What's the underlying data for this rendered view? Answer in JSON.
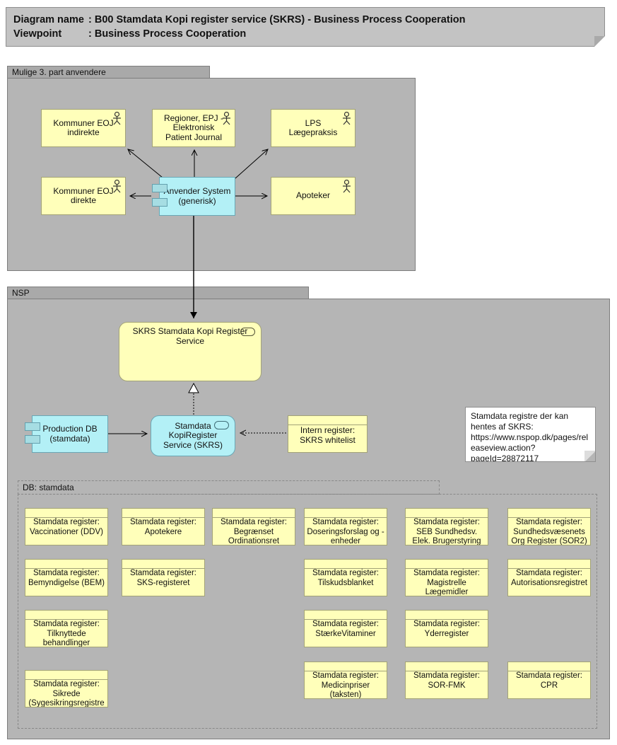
{
  "title": {
    "rows": [
      {
        "label": "Diagram name",
        "value": ": B00 Stamdata Kopi register service (SKRS) - Business Process Cooperation"
      },
      {
        "label": "Viewpoint",
        "value": ": Business Process Cooperation"
      }
    ]
  },
  "groups": {
    "third_party": "Mulige 3. part anvendere",
    "nsp": "NSP",
    "db": "DB: stamdata"
  },
  "nodes": {
    "kommuner_indirekte": "Kommuner EOJ indirekte",
    "regioner": "Regioner, EPJ - Elektronisk Patient Journal",
    "lps": "LPS Lægepraksis",
    "kommuner_direkte": "Kommuner EOJ direkte",
    "anvender": "Anvender System (generisk)",
    "apoteker": "Apoteker",
    "skrs": "SKRS Stamdata Kopi Register Service",
    "production_db": "Production DB (stamdata)",
    "kopiregister": "Stamdata KopiRegister Service (SKRS)",
    "intern_register": "Intern register: SKRS whitelist"
  },
  "note": "Stamdata registre der kan hentes af SKRS: https://www.nspop.dk/pages/releaseview.action?pageId=28872117",
  "registers": [
    {
      "label": "Stamdata register: Vaccinationer (DDV)"
    },
    {
      "label": "Stamdata register: Apotekere"
    },
    {
      "label": "Stamdata register: Begrænset Ordinationsret"
    },
    {
      "label": "Stamdata register: Doseringsforslag og -enheder"
    },
    {
      "label": "Stamdata register: SEB Sundhedsv. Elek. Brugerstyring"
    },
    {
      "label": "Stamdata register: Sundhedsvæsenets Org Register (SOR2)"
    },
    {
      "label": "Stamdata register: Bemyndigelse (BEM)"
    },
    {
      "label": "Stamdata register: SKS-registeret"
    },
    {
      "label": "Stamdata register: Tilskudsblanket"
    },
    {
      "label": "Stamdata register: Magistrelle Lægemidler"
    },
    {
      "label": "Stamdata register: Autorisationsregistret"
    },
    {
      "label": "Stamdata register: Tilknyttede behandlinger"
    },
    {
      "label": "Stamdata register: StærkeVitaminer"
    },
    {
      "label": "Stamdata register: Yderregister"
    },
    {
      "label": "Stamdata register: Sikrede (Sygesikringsregistre"
    },
    {
      "label": "Stamdata register: Medicinpriser (taksten)"
    },
    {
      "label": "Stamdata register: SOR-FMK"
    },
    {
      "label": "Stamdata register: CPR"
    }
  ],
  "colors": {
    "element_yellow": "#FFFFBA",
    "element_cyan": "#B3F0F6",
    "group_gray": "#B5B5B5",
    "note_white": "#FFFFFF"
  }
}
